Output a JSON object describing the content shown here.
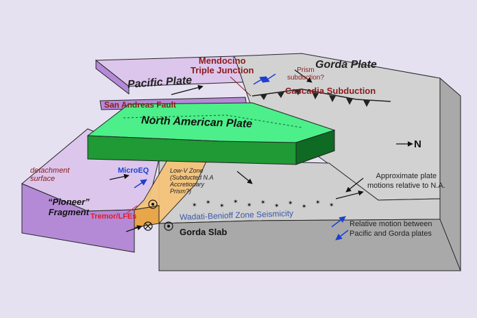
{
  "labels": {
    "mendocino": [
      "Mendocino",
      "Triple Junction"
    ],
    "gorda_plate": "Gorda Plate",
    "pacific_plate": "Pacific Plate",
    "prism_subduction": [
      "Prism",
      "subduction?"
    ],
    "cascadia": "Cascadia Subduction",
    "san_andreas": "San Andreas Fault",
    "north_american": "North American Plate",
    "north": "N",
    "detachment": [
      "detachment",
      "surface"
    ],
    "microeq": "MicroEQ",
    "low_v": [
      "Low-V Zone",
      "(Subducted N.A",
      "Accretionary",
      "Prism?)"
    ],
    "pioneer": [
      "“Pioneer”",
      "Fragment"
    ],
    "tremor": "Tremor/LFEs",
    "wadati": "Wadati-Benioff Zone Seismicity",
    "gorda_slab": "Gorda Slab"
  },
  "legend": {
    "approx": [
      "Approximate plate",
      "motions relative to N.A."
    ],
    "relative": [
      "Relative motion between",
      "Pacific and Gorda plates"
    ]
  },
  "colors": {
    "background": "#e6e1f1",
    "pacific": "#dcc6ec",
    "pacific_side": "#b48ad6",
    "gorda_top": "#d2d2d2",
    "gorda_side": "#a9a9a9",
    "na_top": "#4cef8a",
    "na_side": "#1f9a35",
    "low_v": "#f5c47a",
    "dark_red": "#8b1a1a",
    "blue": "#1d3fcf",
    "slate_blue": "#3a58a8",
    "red": "#e01a2a"
  }
}
